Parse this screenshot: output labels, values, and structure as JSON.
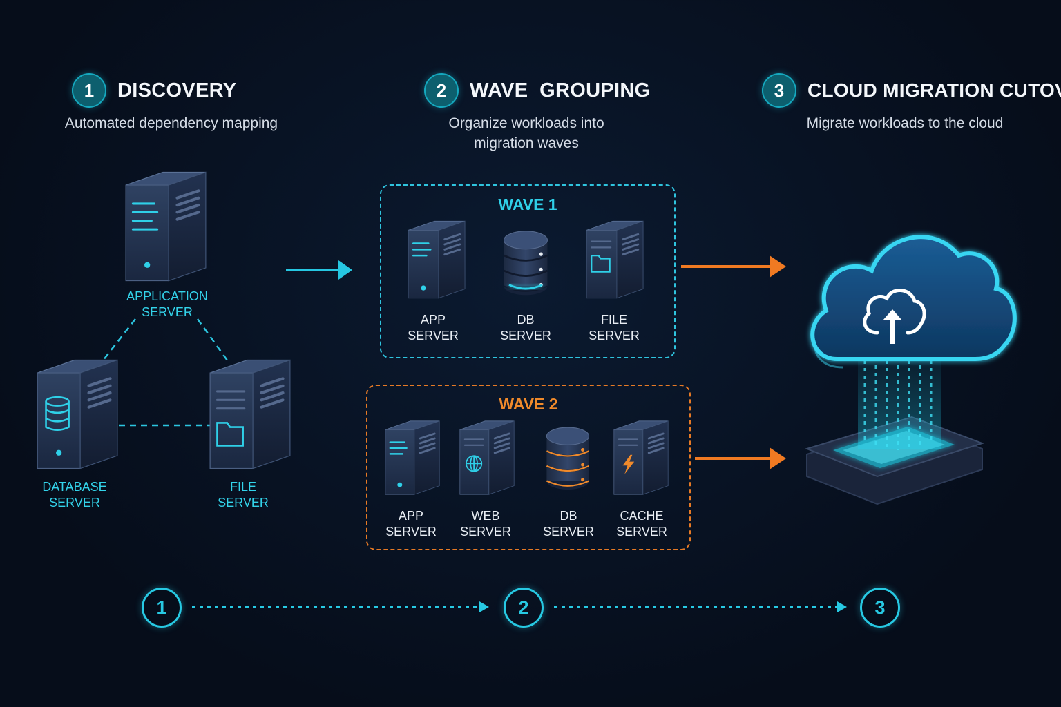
{
  "steps": [
    {
      "number": "1",
      "title": "DISCOVERY",
      "subtitle": "Automated dependency mapping"
    },
    {
      "number": "2",
      "title": "WAVE  GROUPING",
      "subtitle_line1": "Organize workloads into",
      "subtitle_line2": "migration waves"
    },
    {
      "number": "3",
      "title": "CLOUD MIGRATION CUTOVER",
      "subtitle": "Migrate workloads to the cloud"
    }
  ],
  "discovery": {
    "application_server": {
      "line1": "APPLICATION",
      "line2": "SERVER",
      "icon": "application-server-icon"
    },
    "database_server": {
      "line1": "DATABASE",
      "line2": "SERVER",
      "icon": "database-server-icon"
    },
    "file_server": {
      "line1": "FILE",
      "line2": "SERVER",
      "icon": "file-server-icon"
    }
  },
  "waves": [
    {
      "title": "WAVE 1",
      "accent": "#2fc4de",
      "items": [
        {
          "line1": "APP",
          "line2": "SERVER",
          "icon": "app-server-icon"
        },
        {
          "line1": "DB",
          "line2": "SERVER",
          "icon": "database-icon"
        },
        {
          "line1": "FILE",
          "line2": "SERVER",
          "icon": "file-server-icon"
        }
      ]
    },
    {
      "title": "WAVE 2",
      "accent": "#e77a25",
      "items": [
        {
          "line1": "APP",
          "line2": "SERVER",
          "icon": "app-server-icon"
        },
        {
          "line1": "WEB",
          "line2": "SERVER",
          "icon": "web-server-icon"
        },
        {
          "line1": "DB",
          "line2": "SERVER",
          "icon": "database-icon"
        },
        {
          "line1": "CACHE",
          "line2": "SERVER",
          "icon": "cache-server-icon"
        }
      ]
    }
  ],
  "cloud": {
    "icon": "cloud-upload-icon"
  },
  "timeline": [
    "1",
    "2",
    "3"
  ],
  "colors": {
    "background": "#07101f",
    "cyan": "#2fc4de",
    "orange": "#e77a25",
    "server_body": "#25344f"
  }
}
